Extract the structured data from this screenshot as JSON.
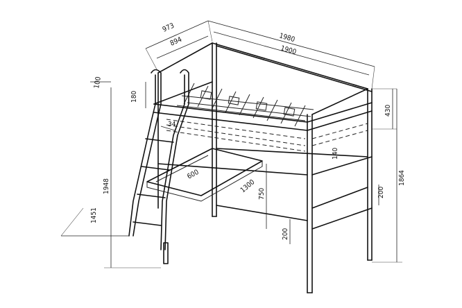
{
  "diagram": {
    "dimensions": {
      "overall_depth": "973",
      "frame_depth": "894",
      "overall_length": "1980",
      "frame_length": "1900",
      "rail_height": "180",
      "guard_height": "100",
      "ladder_offset": "34",
      "upper_height": "430",
      "slat_height": "140",
      "desk_depth": "600",
      "desk_length": "1300",
      "desk_height": "750",
      "shelf_height": "200",
      "lower_rail_height": "200",
      "overall_height": "1864",
      "ladder_height": "1948",
      "ladder_depth": "1451"
    }
  }
}
